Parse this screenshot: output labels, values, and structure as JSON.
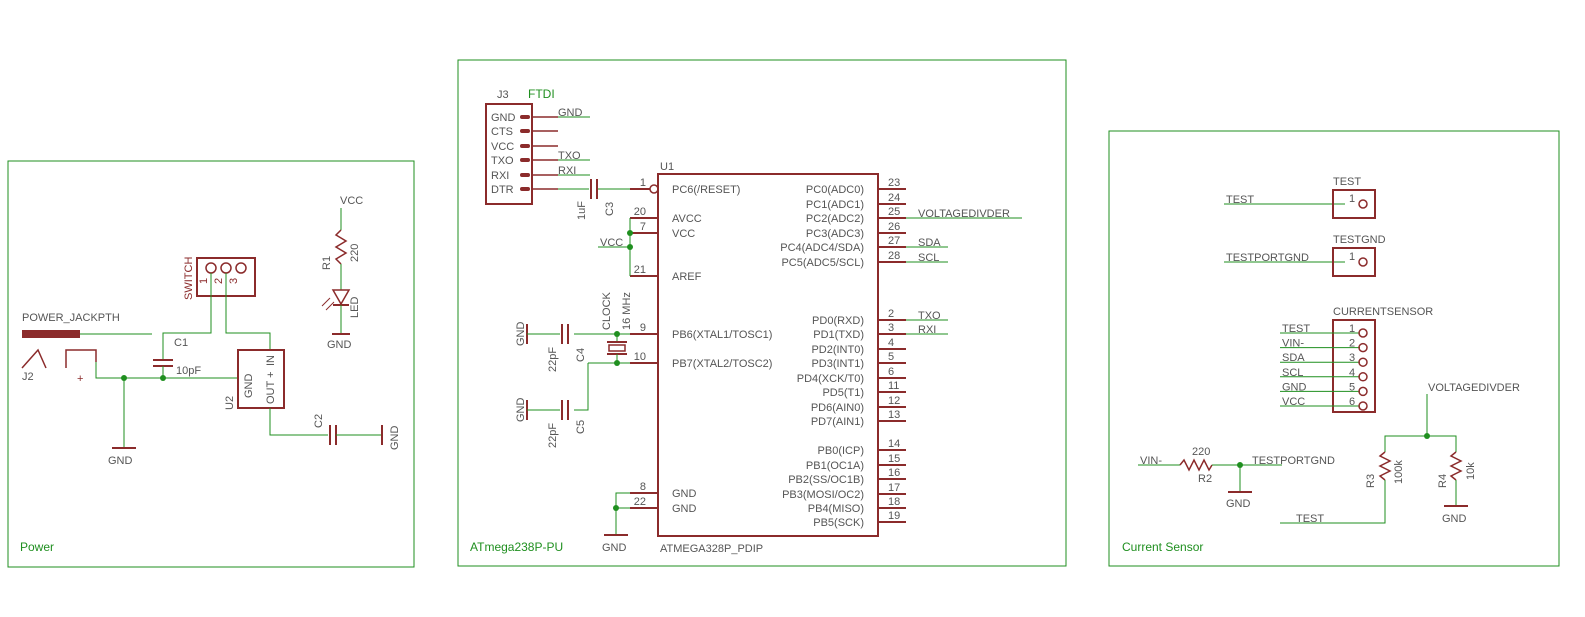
{
  "sheets": {
    "power": "Power",
    "atmega": "ATmega238P-PU",
    "current": "Current Sensor"
  },
  "power": {
    "switch_name": "SWITCH",
    "switch_pins": [
      "1",
      "2",
      "3"
    ],
    "jack_name": "POWER_JACKPTH",
    "jack_ref": "J2",
    "jack_plus": "+",
    "c1_ref": "C1",
    "c1_val": "10pF",
    "u2_ref": "U2",
    "u2_gnd": "GND",
    "u2_out": "OUT +",
    "u2_in": "IN",
    "c2_ref": "C2",
    "gnd1": "GND",
    "gnd2": "GND",
    "vcc": "VCC",
    "r1_ref": "R1",
    "r1_val": "220",
    "led_ref": "LED",
    "gnd_led": "GND"
  },
  "atmega": {
    "j3_ref": "J3",
    "j3_name": "FTDI",
    "ftdi_pins": [
      "GND",
      "CTS",
      "VCC",
      "TXO",
      "RXI",
      "DTR"
    ],
    "ftdi_nets": [
      "GND",
      "TXO",
      "RXI"
    ],
    "c3_ref": "C3",
    "c3_val": "1uF",
    "u1_ref": "U1",
    "u1_name": "ATMEGA328P_PDIP",
    "left_pins": [
      {
        "num": "1",
        "name": "PC6(/RESET)"
      },
      {
        "num": "20",
        "name": "AVCC"
      },
      {
        "num": "7",
        "name": "VCC"
      },
      {
        "num": "21",
        "name": "AREF"
      },
      {
        "num": "9",
        "name": "PB6(XTAL1/TOSC1)"
      },
      {
        "num": "10",
        "name": "PB7(XTAL2/TOSC2)"
      },
      {
        "num": "8",
        "name": "GND"
      },
      {
        "num": "22",
        "name": "GND"
      }
    ],
    "right_pins": [
      {
        "num": "23",
        "name": "PC0(ADC0)"
      },
      {
        "num": "24",
        "name": "PC1(ADC1)"
      },
      {
        "num": "25",
        "name": "PC2(ADC2)"
      },
      {
        "num": "26",
        "name": "PC3(ADC3)"
      },
      {
        "num": "27",
        "name": "PC4(ADC4/SDA)"
      },
      {
        "num": "28",
        "name": "PC5(ADC5/SCL)"
      },
      {
        "num": "2",
        "name": "PD0(RXD)"
      },
      {
        "num": "3",
        "name": "PD1(TXD)"
      },
      {
        "num": "4",
        "name": "PD2(INT0)"
      },
      {
        "num": "5",
        "name": "PD3(INT1)"
      },
      {
        "num": "6",
        "name": "PD4(XCK/T0)"
      },
      {
        "num": "11",
        "name": "PD5(T1)"
      },
      {
        "num": "12",
        "name": "PD6(AIN0)"
      },
      {
        "num": "13",
        "name": "PD7(AIN1)"
      },
      {
        "num": "14",
        "name": "PB0(ICP)"
      },
      {
        "num": "15",
        "name": "PB1(OC1A)"
      },
      {
        "num": "16",
        "name": "PB2(SS/OC1B)"
      },
      {
        "num": "17",
        "name": "PB3(MOSI/OC2)"
      },
      {
        "num": "18",
        "name": "PB4(MISO)"
      },
      {
        "num": "19",
        "name": "PB5(SCK)"
      }
    ],
    "net_voltagedivider": "VOLTAGEDIVDER",
    "net_sda": "SDA",
    "net_scl": "SCL",
    "net_txo": "TXO",
    "net_rxi": "RXI",
    "net_vcc": "VCC",
    "clock_ref": "CLOCK",
    "clock_val": "16 MHz",
    "c4_ref": "C4",
    "c4_val": "22pF",
    "c5_ref": "C5",
    "c5_val": "22pF",
    "gnd_c4": "GND",
    "gnd_c5": "GND",
    "gnd_u1": "GND"
  },
  "current": {
    "test_net": "TEST",
    "test_ref": "TEST",
    "test_pin": "1",
    "testgnd_net": "TESTPORTGND",
    "testgnd_ref": "TESTGND",
    "testgnd_pin": "1",
    "cs_ref": "CURRENTSENSOR",
    "cs_nets": [
      "TEST",
      "VIN-",
      "SDA",
      "SCL",
      "GND",
      "VCC"
    ],
    "cs_pins": [
      "1",
      "2",
      "3",
      "4",
      "5",
      "6"
    ],
    "vin_net": "VIN-",
    "r2_ref": "R2",
    "r2_val": "220",
    "r2_net": "TESTPORTGND",
    "gnd_r2": "GND",
    "vd_net": "VOLTAGEDIVDER",
    "r3_ref": "R3",
    "r3_val": "100k",
    "r4_ref": "R4",
    "r4_val": "10k",
    "gnd_r4": "GND",
    "test_bottom": "TEST"
  }
}
